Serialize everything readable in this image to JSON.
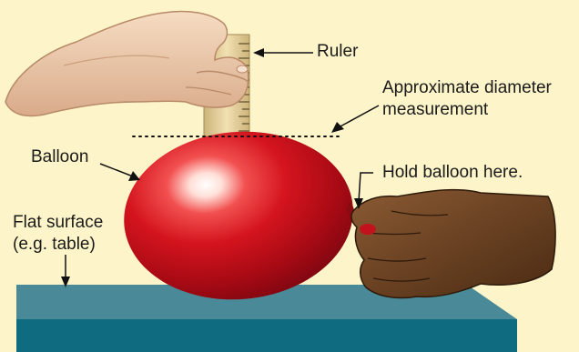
{
  "labels": {
    "ruler": "Ruler",
    "diameter_line1": "Approximate diameter",
    "diameter_line2": "measurement",
    "balloon": "Balloon",
    "hold": "Hold balloon here.",
    "surface_line1": "Flat surface",
    "surface_line2": "(e.g. table)"
  },
  "colors": {
    "background": "#fdf5c9",
    "table_top": "#4a8a98",
    "table_front": "#0e6b80",
    "balloon": "#c0101c",
    "ruler": "#e4cf98",
    "leader_lines": "#111111"
  }
}
